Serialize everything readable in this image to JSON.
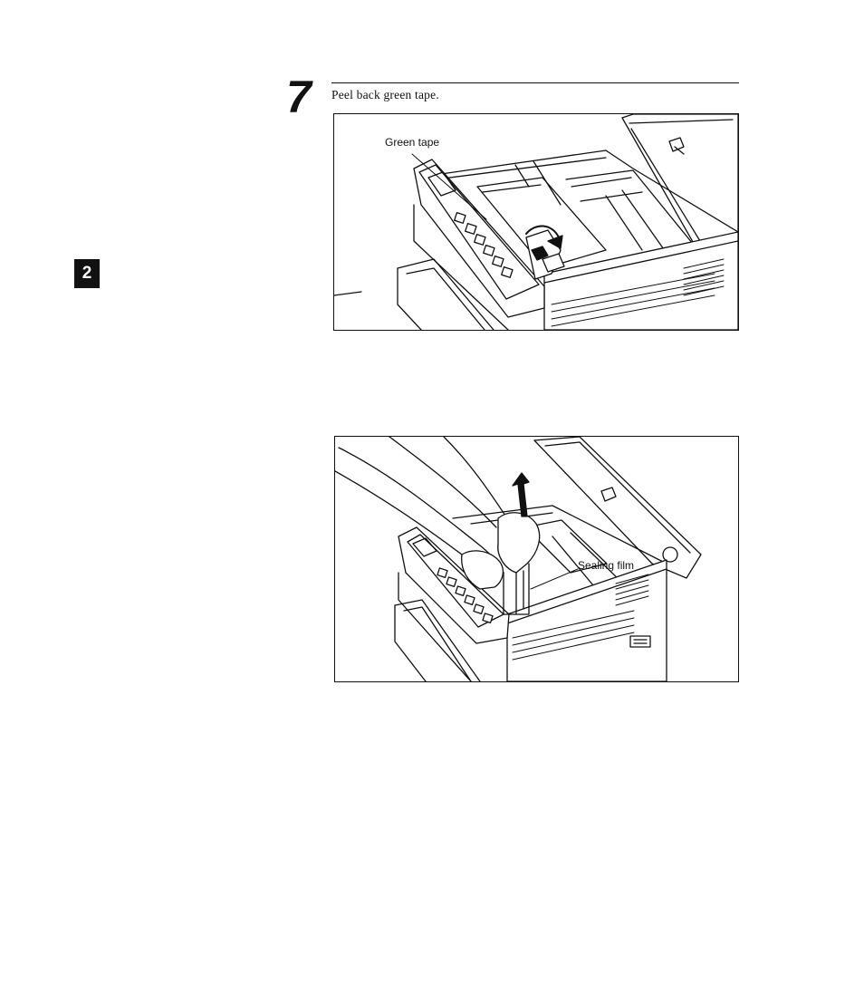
{
  "page": {
    "chapter_number": "2"
  },
  "step": {
    "number": "7",
    "instruction": "Peel back green tape."
  },
  "figure1": {
    "callout": "Green tape"
  },
  "figure2": {
    "callout": "Sealing film"
  }
}
